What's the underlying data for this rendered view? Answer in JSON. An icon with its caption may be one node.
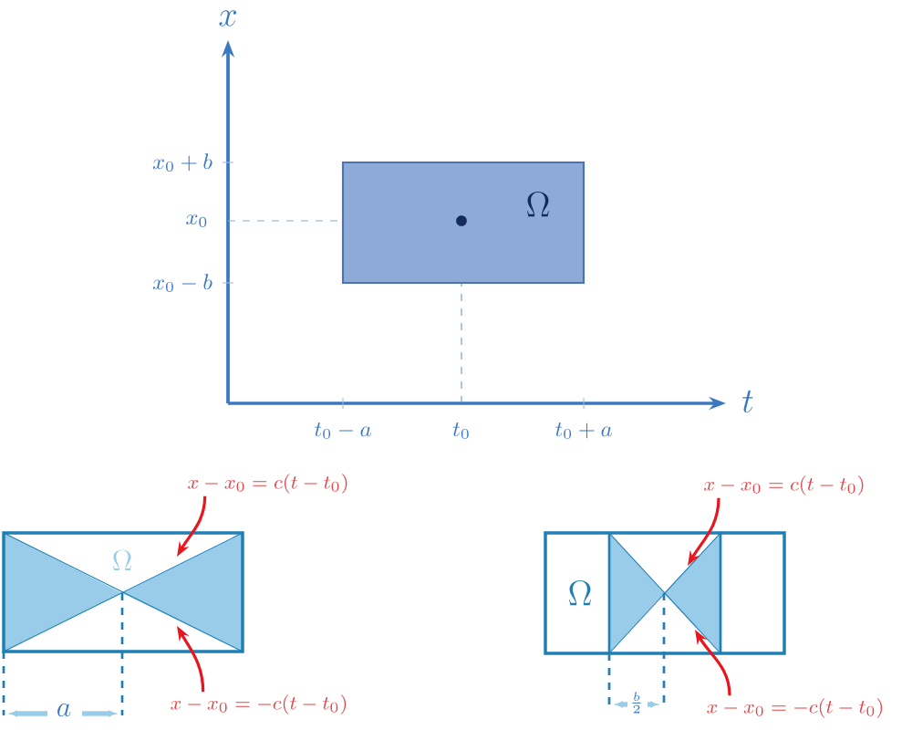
{
  "diagram": {
    "nodes": [
      {
        "text": [
          "\\Omega"
        ]
      },
      {
        "text": [
          "\\Omega"
        ]
      },
      {
        "text": [
          "x-x_0=c(t-t_0)"
        ]
      },
      {
        "text": [
          "x-x_0=-c(t-t_0)"
        ]
      },
      {
        "text": [
          "\\Omega"
        ]
      },
      {
        "text": [
          "x-x_0=c(t-t_0)"
        ]
      },
      {
        "text": [
          "x-x_0=-c(t-t_0)"
        ]
      }
    ],
    "edges": [
      {
        "from": 2,
        "to": 1,
        "arrow": "to"
      },
      {
        "from": 3,
        "to": 1,
        "arrow": "to"
      },
      {
        "from": 5,
        "to": 4,
        "arrow": "to"
      },
      {
        "from": 6,
        "to": 4,
        "arrow": "to"
      }
    ],
    "labels": [
      "x",
      "x_0+b",
      "x_0",
      "x_0-b",
      "t",
      "t_0-a",
      "t_0",
      "t_0+a",
      "a",
      "\\frac{b}{2}"
    ]
  }
}
